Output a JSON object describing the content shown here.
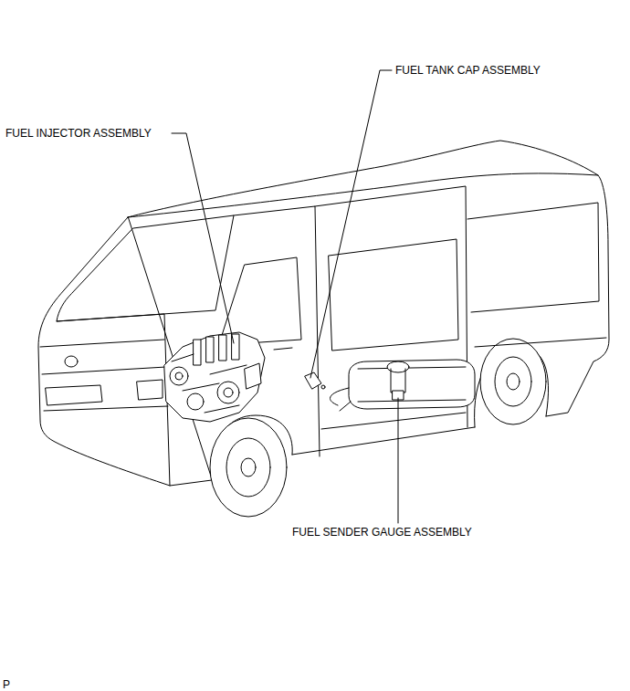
{
  "diagram": {
    "labels": [
      "FUEL TANK CAP ASSEMBLY",
      "FUEL INJECTOR ASSEMBLY",
      "FUEL SENDER GAUGE ASSEMBLY",
      "P"
    ]
  }
}
